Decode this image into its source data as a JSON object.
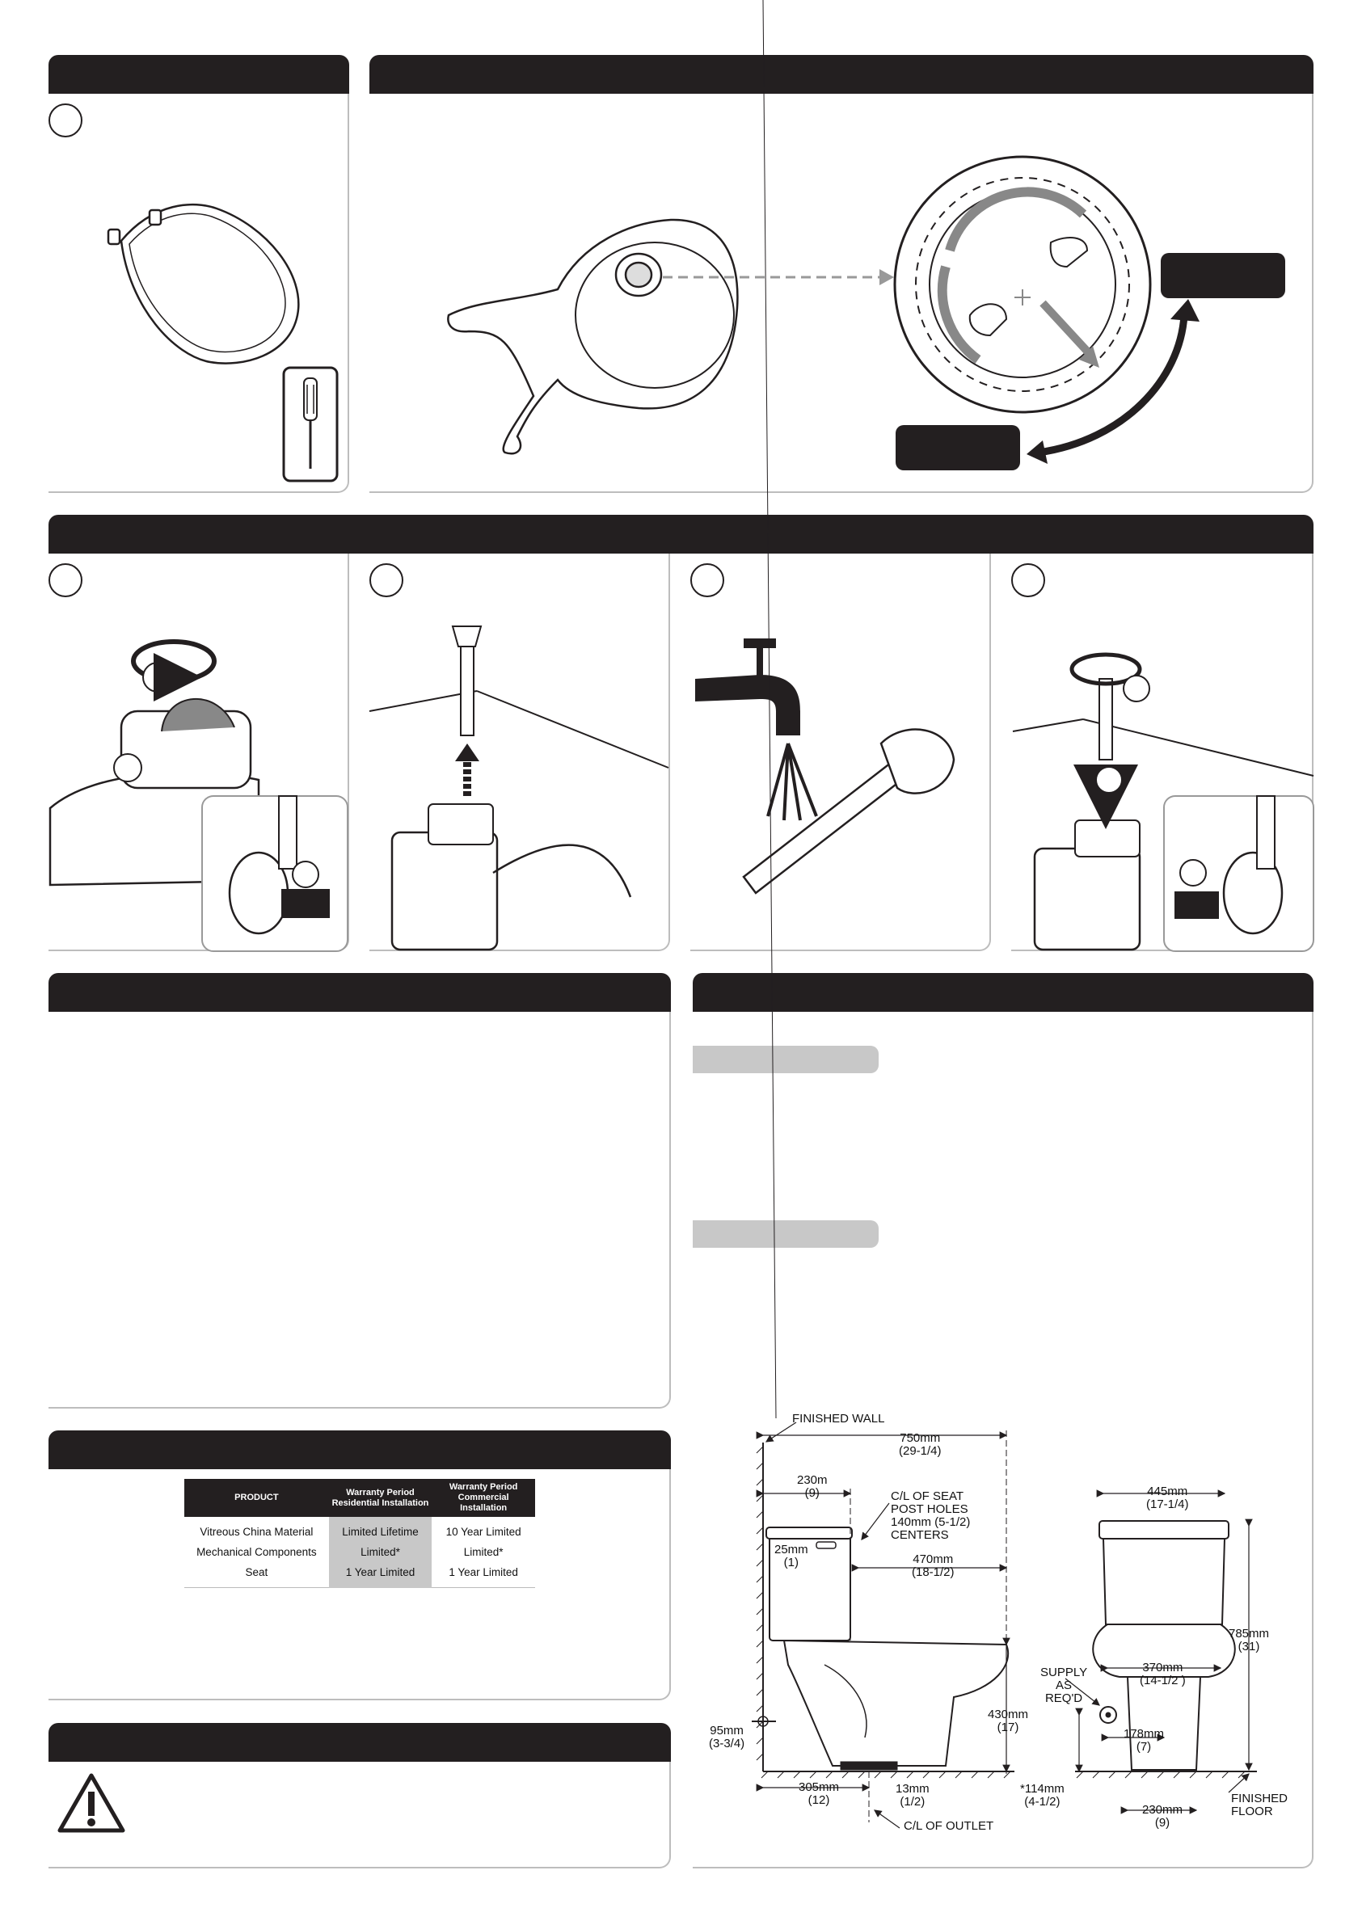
{
  "warranty_table": {
    "headers": {
      "product": "PRODUCT",
      "residential_line1": "Warranty Period",
      "residential_line2": "Residential Installation",
      "commercial_line1": "Warranty Period",
      "commercial_line2": "Commercial Installation"
    },
    "rows": [
      {
        "product": "Vitreous China Material",
        "residential": "Limited Lifetime",
        "commercial": "10 Year Limited"
      },
      {
        "product": "Mechanical Components",
        "residential": "Limited*",
        "commercial": "Limited*"
      },
      {
        "product": "Seat",
        "residential": "1 Year Limited",
        "commercial": "1 Year Limited"
      }
    ]
  },
  "drawing": {
    "finished_wall": "FINISHED WALL",
    "dim_750": [
      "750mm",
      "(29-1/4)"
    ],
    "dim_230_top": [
      "230m",
      "(9)"
    ],
    "seat_post": [
      "C/L OF SEAT",
      "POST HOLES",
      "140mm (5-1/2)",
      "CENTERS"
    ],
    "dim_25": [
      "25mm",
      "(1)"
    ],
    "dim_470": [
      "470mm",
      "(18-1/2)"
    ],
    "dim_430": [
      "430mm",
      "(17)"
    ],
    "dim_95": [
      "95mm",
      "(3-3/4)"
    ],
    "dim_305": [
      "305mm",
      "(12)"
    ],
    "dim_13": [
      "13mm",
      "(1/2)"
    ],
    "outlet": "C/L OF OUTLET",
    "dim_445": [
      "445mm",
      "(17-1/4)"
    ],
    "dim_785": [
      "785mm",
      "(31)"
    ],
    "dim_370": [
      "370mm",
      "(14-1/2 )"
    ],
    "supply": [
      "SUPPLY",
      "AS",
      "REQ'D"
    ],
    "dim_178": [
      "178mm",
      "(7)"
    ],
    "dim_114": [
      "*114mm",
      "(4-1/2)"
    ],
    "dim_230_bottom": [
      "230mm",
      "(9)"
    ],
    "finished_floor": [
      "FINISHED",
      "FLOOR"
    ]
  }
}
